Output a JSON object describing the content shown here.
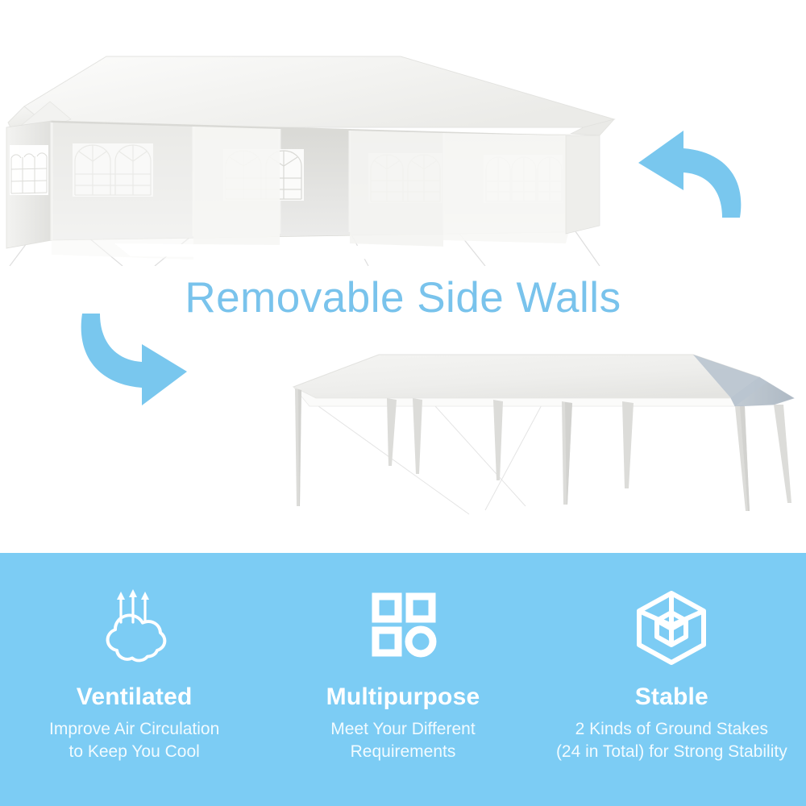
{
  "headline": {
    "text": "Removable Side Walls",
    "color": "#79c3ec"
  },
  "photo": {
    "walled_tent_alt": "white party tent with removable side walls and arched windows",
    "frame_tent_alt": "white party tent canopy frame without side walls",
    "arrow_top_right": "curved-arrow-left-icon",
    "arrow_left_middle": "curved-arrow-right-icon",
    "arrow_color": "#79c7ee"
  },
  "features": {
    "background_color": "#7cccf4",
    "items": [
      {
        "icon": "cloud-airflow-icon",
        "title": "Ventilated",
        "description": "Improve Air Circulation\nto Keep You Cool"
      },
      {
        "icon": "grid-shapes-icon",
        "title": "Multipurpose",
        "description": "Meet Your Different\nRequirements"
      },
      {
        "icon": "isometric-cube-icon",
        "title": "Stable",
        "description": "2 Kinds of Ground Stakes\n(24 in Total) for Strong Stability"
      }
    ]
  }
}
